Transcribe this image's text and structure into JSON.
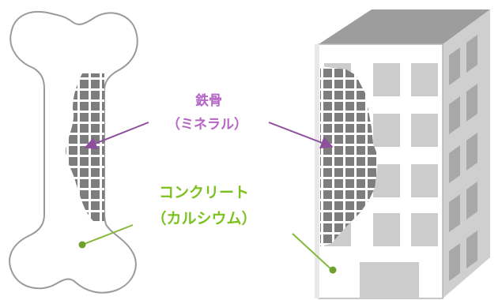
{
  "labels": {
    "steel_title": "鉄骨",
    "steel_subtitle": "（ミネラル）",
    "concrete_title": "コンクリート",
    "concrete_subtitle": "（カルシウム）"
  },
  "colors": {
    "steel_label": "#b565c4",
    "steel_arrow": "#8e4f9c",
    "concrete_label": "#7cc21e",
    "concrete_line": "#86b83a",
    "concrete_dot": "#6fa02d",
    "grid_bg": "#7d7d7d",
    "grid_line": "#ffffff",
    "building_front": "#ffffff",
    "building_side": "#cfcfcf",
    "building_top": "#9d9d9d",
    "window": "#cccccc",
    "bone_outline": "#9a9a9a"
  },
  "icons": [
    "bone-illustration",
    "building-illustration",
    "steel-grid-pattern"
  ]
}
